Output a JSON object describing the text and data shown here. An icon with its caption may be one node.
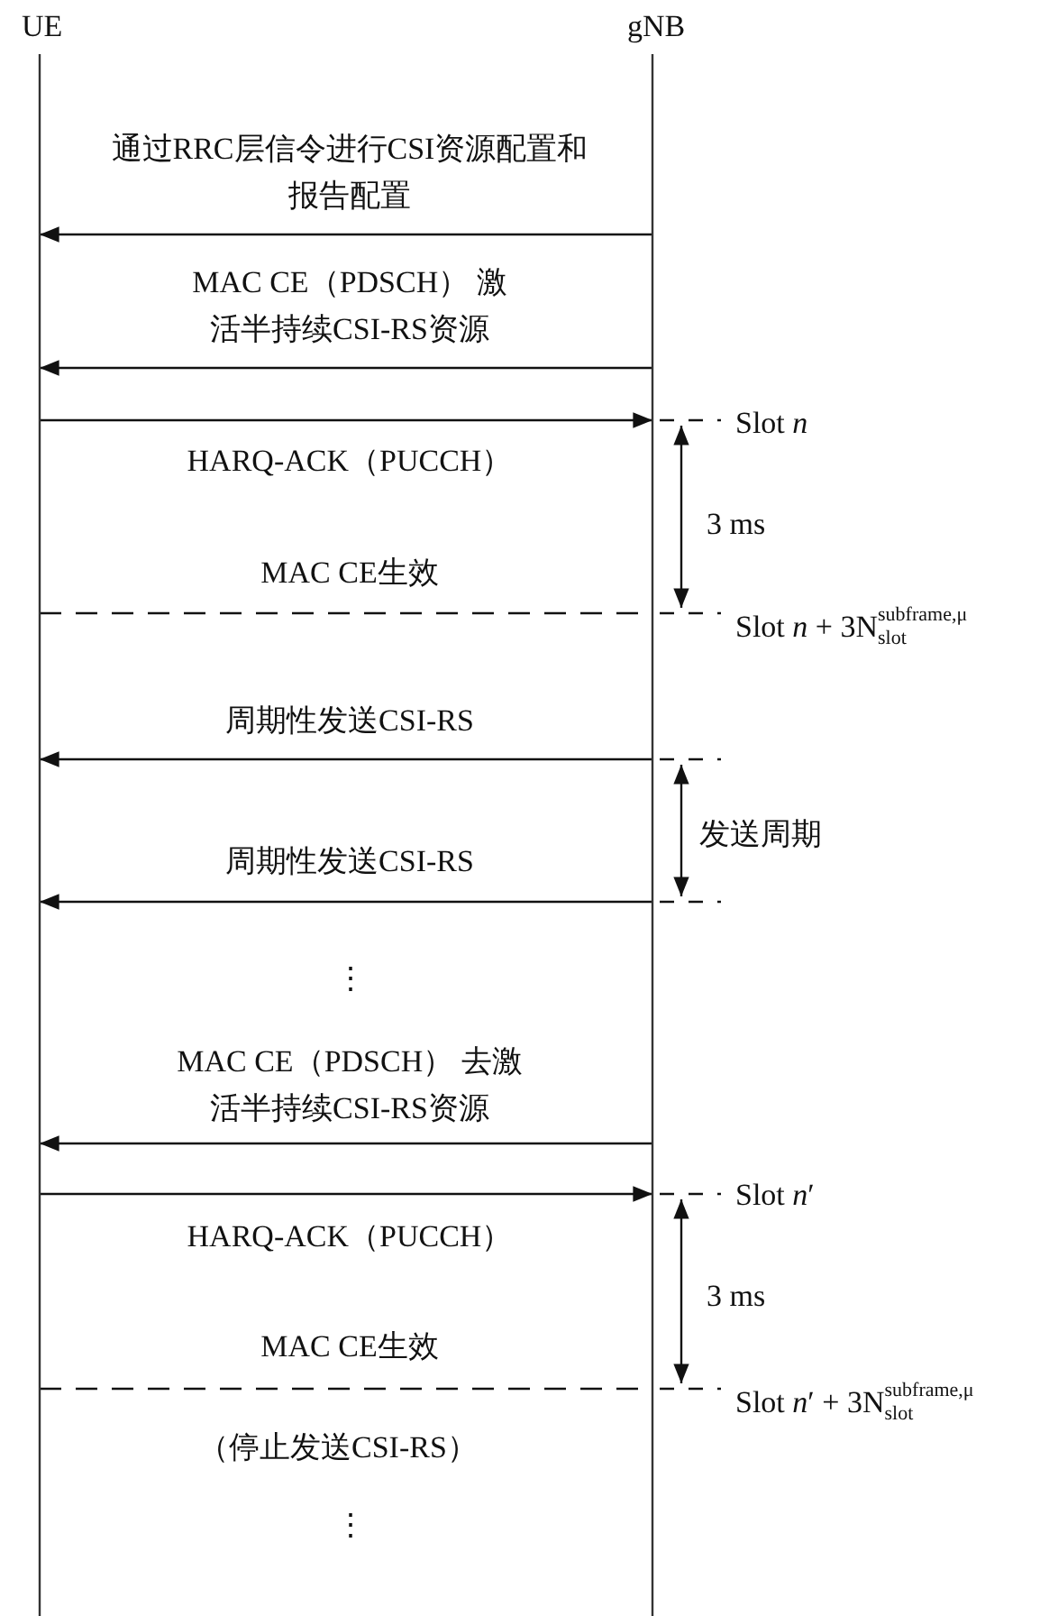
{
  "diagram": {
    "nodes": [
      {
        "text": [
          "UE"
        ]
      },
      {
        "text": [
          "gNB"
        ]
      }
    ],
    "edges": [
      {
        "from": 1,
        "to": 0,
        "arrow": "to",
        "label": "通过RRC层信令进行CSI资源配置和报告配置"
      },
      {
        "from": 1,
        "to": 0,
        "arrow": "to",
        "label": "MAC CE（PDSCH） 激活半持续CSI-RS资源"
      },
      {
        "from": 0,
        "to": 1,
        "arrow": "to",
        "label": "HARQ-ACK（PUCCH）"
      },
      {
        "from": 0,
        "to": 1,
        "arrow": "none",
        "style": "dashed",
        "label": "MAC CE生效"
      },
      {
        "from": 1,
        "to": 0,
        "arrow": "to",
        "label": "周期性发送CSI-RS"
      },
      {
        "from": 1,
        "to": 0,
        "arrow": "to",
        "label": "周期性发送CSI-RS"
      },
      {
        "from": 1,
        "to": 0,
        "arrow": "to",
        "label": "MAC CE（PDSCH） 去激活半持续CSI-RS资源"
      },
      {
        "from": 0,
        "to": 1,
        "arrow": "to",
        "label": "HARQ-ACK（PUCCH）"
      },
      {
        "from": 0,
        "to": 1,
        "arrow": "none",
        "style": "dashed",
        "label": "MAC CE生效"
      }
    ],
    "labels": [
      "Slot *n*",
      "3 ms",
      "Slot *n* + 3N$^{subframe,μ}$$_{slot}$",
      "发送周期",
      "⋮",
      "Slot *n*′",
      "3 ms",
      "Slot *n*′ + 3N$^{subframe,μ}$$_{slot}$",
      "（停止发送CSI-RS）",
      "⋮"
    ]
  }
}
